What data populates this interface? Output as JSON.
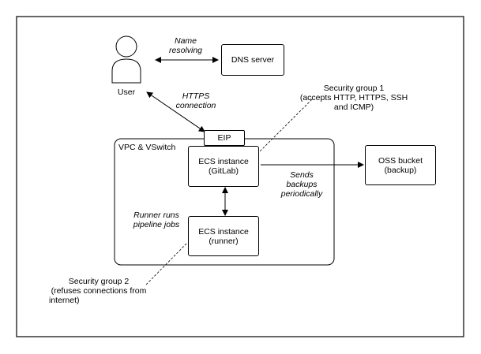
{
  "nodes": {
    "user": {
      "label": "User"
    },
    "dns": {
      "label": "DNS server"
    },
    "eip": {
      "label": "EIP"
    },
    "vpc": {
      "label": "VPC & VSwitch"
    },
    "ecs_gitlab": {
      "line1": "ECS instance",
      "line2": "(GitLab)"
    },
    "ecs_runner": {
      "line1": "ECS instance",
      "line2": "(runner)"
    },
    "oss": {
      "line1": "OSS bucket",
      "line2": "(backup)"
    }
  },
  "edges": {
    "name_resolving": {
      "line1": "Name",
      "line2": "resolving"
    },
    "https": {
      "line1": "HTTPS",
      "line2": "connection"
    },
    "backups": {
      "line1": "Sends",
      "line2": "backups",
      "line3": "periodically"
    },
    "runner": {
      "line1": "Runner runs",
      "line2": "pipeline jobs"
    }
  },
  "notes": {
    "sg1": {
      "line1": "Security group 1",
      "line2": "(accepts HTTP, HTTPS, SSH",
      "line3": "and ICMP)"
    },
    "sg2": {
      "line1": "Security group 2",
      "line2": "(refuses connections from",
      "line3": "internet)"
    }
  }
}
